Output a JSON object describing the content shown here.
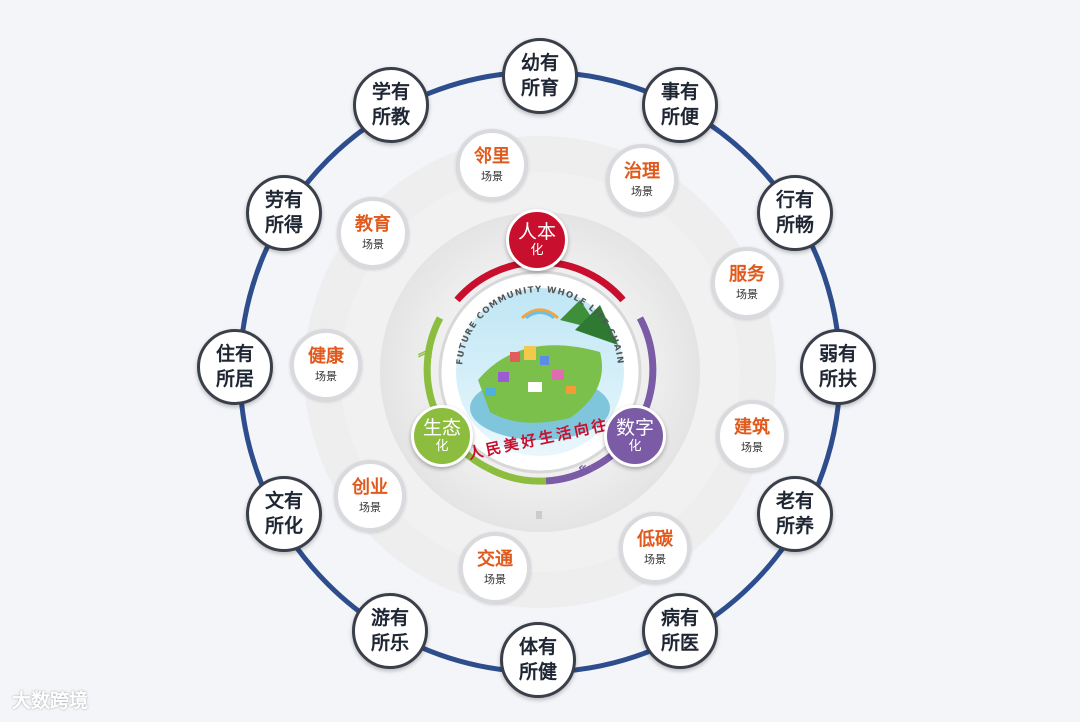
{
  "outer_ring": [
    {
      "line1": "幼有",
      "line2": "所育"
    },
    {
      "line1": "事有",
      "line2": "所便"
    },
    {
      "line1": "行有",
      "line2": "所畅"
    },
    {
      "line1": "弱有",
      "line2": "所扶"
    },
    {
      "line1": "老有",
      "line2": "所养"
    },
    {
      "line1": "病有",
      "line2": "所医"
    },
    {
      "line1": "体有",
      "line2": "所健"
    },
    {
      "line1": "游有",
      "line2": "所乐"
    },
    {
      "line1": "文有",
      "line2": "所化"
    },
    {
      "line1": "住有",
      "line2": "所居"
    },
    {
      "line1": "劳有",
      "line2": "所得"
    },
    {
      "line1": "学有",
      "line2": "所教"
    }
  ],
  "scenes": [
    {
      "title": "邻里",
      "sub": "场景"
    },
    {
      "title": "治理",
      "sub": "场景"
    },
    {
      "title": "服务",
      "sub": "场景"
    },
    {
      "title": "建筑",
      "sub": "场景"
    },
    {
      "title": "低碳",
      "sub": "场景"
    },
    {
      "title": "交通",
      "sub": "场景"
    },
    {
      "title": "创业",
      "sub": "场景"
    },
    {
      "title": "健康",
      "sub": "场景"
    },
    {
      "title": "教育",
      "sub": "场景"
    }
  ],
  "pillars": {
    "humanistic": {
      "a": "人本",
      "b": "化",
      "color": "#c8102e"
    },
    "ecological": {
      "a": "生态",
      "b": "化",
      "color": "#8cbd3f"
    },
    "digital": {
      "a": "数字",
      "b": "化",
      "color": "#7b5aa6"
    }
  },
  "center": {
    "curved_text": "FUTURE COMMUNITY WHOLE LIFE CHAIN",
    "slogan": "人民美好生活向往"
  },
  "colors": {
    "ring": "#2d4d8c",
    "red": "#c8102e",
    "green": "#8cbd3f",
    "purple": "#7b5aa6"
  },
  "watermark": "大数跨境"
}
